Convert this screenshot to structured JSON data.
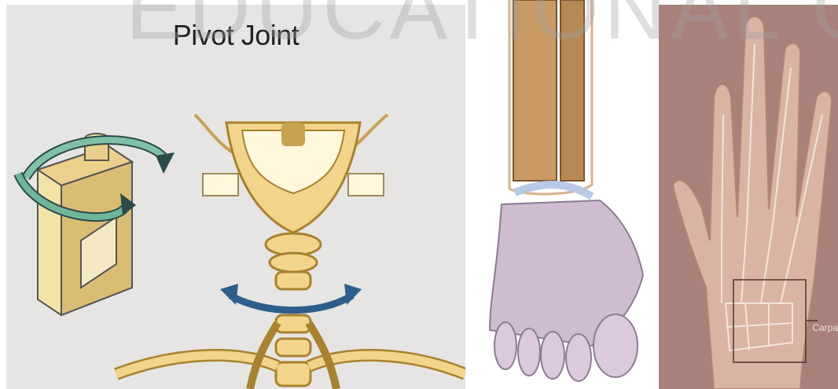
{
  "panels": {
    "pivot": {
      "title": "Pivot Joint"
    },
    "ankle": {},
    "wrist": {
      "callout_label": "Carpa"
    }
  },
  "watermark": "EDUCATIONAL GROUP",
  "colors": {
    "bone": "#f2d58a",
    "bone_shade": "#c9a24f",
    "arrow_blue": "#2e5f8c",
    "arrow_green": "#5fa88a",
    "skin": "#d9b3a4",
    "background_pink": "#a8817a"
  }
}
